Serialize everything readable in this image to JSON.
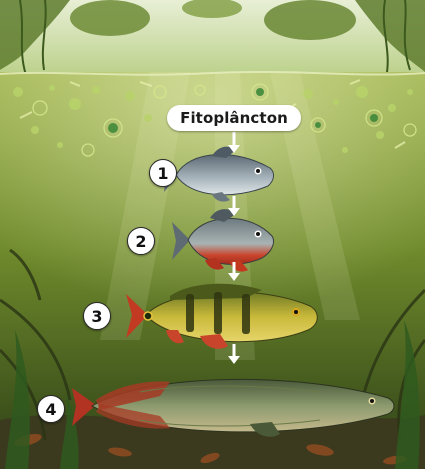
{
  "diagram": {
    "top_label": "Fitoplâncton",
    "levels": [
      {
        "number": "1",
        "icon": "small-fish-icon"
      },
      {
        "number": "2",
        "icon": "piranha-icon"
      },
      {
        "number": "3",
        "icon": "peacock-bass-icon"
      },
      {
        "number": "4",
        "icon": "arapaima-icon"
      }
    ]
  },
  "colors": {
    "water_top": "#8fa845",
    "water_bottom": "#2f4419",
    "sky": "#dfe8c9",
    "arrow": "#ffffff",
    "badge_bg": "#ffffff"
  }
}
